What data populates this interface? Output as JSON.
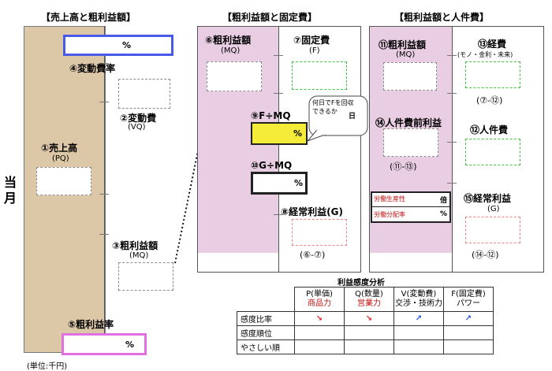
{
  "headers": {
    "left": "【売上高と粗利益額】",
    "middle": "【粗利益額と固定費】",
    "right": "【粗利益額と人件費】"
  },
  "side_label": "当月",
  "left_panel": {
    "hensokuhi_label": "④変動費率",
    "hendouhi": {
      "label": "②変動費",
      "sub": "(VQ)"
    },
    "uriage": {
      "label": "①売上高",
      "sub": "(PQ)"
    },
    "arari": {
      "label": "③粗利益額",
      "sub": "(MQ)"
    },
    "arari_ritsu_label": "⑤粗利益率",
    "top_pct": "%",
    "bottom_pct": "%"
  },
  "middle_panel": {
    "mq": {
      "label": "⑥粗利益額",
      "sub": "(MQ)"
    },
    "fixed": {
      "label": "⑦固定費",
      "sub": "(F)"
    },
    "f_mq": {
      "label": "⑨F÷MQ",
      "pct": "%"
    },
    "g_mq": {
      "label": "⑩G÷MQ",
      "pct": "%"
    },
    "callout": "何日でFを回収できるか",
    "callout_box": "日",
    "keijo": {
      "label": "⑧経常利益(G)",
      "sub": "(⑥-⑦)"
    }
  },
  "right_panel": {
    "mq": {
      "label": "⑪粗利益額",
      "sub": "(MQ)"
    },
    "keihi": {
      "label": "⑬経費",
      "sub": "(モノ・金利・未来)",
      "sub2": "(⑦-⑫)"
    },
    "jinken_mae": {
      "label": "⑭人件費前利益",
      "sub": "(⑪-⑬)"
    },
    "jinkenhi": {
      "label": "⑫人件費"
    },
    "productivity": {
      "label": "労働生産性",
      "unit": "倍"
    },
    "labor_share": {
      "label": "労働分配率",
      "unit": "%"
    },
    "keijo": {
      "label": "⑮経常利益",
      "sub": "(G)",
      "sub2": "(⑭-⑫)"
    }
  },
  "sensitivity": {
    "title": "利益感度分析",
    "columns": [
      {
        "line1": "P(単価)",
        "line2": "商品力"
      },
      {
        "line1": "Q(数量)",
        "line2": "営業力"
      },
      {
        "line1": "V(変動費)",
        "line2": "交渉・技術力"
      },
      {
        "line1": "F(固定費)",
        "line2": "パワー"
      }
    ],
    "rows": [
      "感度比率",
      "感度順位",
      "やさしい順"
    ]
  },
  "footer": {
    "unit": "(単位:千円)"
  },
  "colors": {
    "left_fill": "#dcc7a6",
    "pink_fill": "#e8cde3",
    "highlight": "#f5ec3a",
    "blue_frame": "#4a5ae8",
    "pink_frame": "#e070e0",
    "red_arrow": "#e02020",
    "blue_arrow": "#2050e0"
  }
}
